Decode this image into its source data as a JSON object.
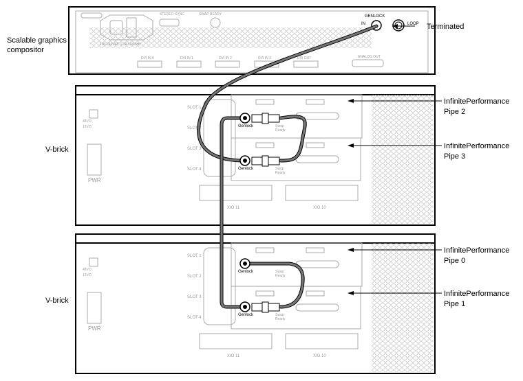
{
  "compositor": {
    "label_line1": "Scalable graphics",
    "label_line2": "compositor",
    "power_rating": "100-240VAC 1.2A 50/60Hz",
    "stereo_sync": "STEREO SYNC",
    "swap_ready": "SWAP READY",
    "genlock": "GENLOCK",
    "in": "IN",
    "loop": "LOOP",
    "dvi_ports": [
      "DVI IN 0",
      "DVI IN 1",
      "DVI IN 2",
      "DVI IN 3",
      "DVI OUT"
    ],
    "analog_out": "ANALOG OUT",
    "terminated": "Terminated"
  },
  "vbricks": [
    {
      "label": "V-brick",
      "slots": [
        "SLOT 1",
        "SLOT 2",
        "SLOT 3",
        "SLOT 4"
      ],
      "pipes": [
        {
          "line1": "InfinitePerformance",
          "line2": "Pipe 2"
        },
        {
          "line1": "InfinitePerformance",
          "line2": "Pipe 3"
        }
      ],
      "xio": [
        "XIO 11",
        "XIO 10"
      ],
      "pwr": "PWR",
      "volt1": "48VO",
      "volt2": "12VO"
    },
    {
      "label": "V-brick",
      "slots": [
        "SLOT 1",
        "SLOT 2",
        "SLOT 3",
        "SLOT 4"
      ],
      "pipes": [
        {
          "line1": "InfinitePerformance",
          "line2": "Pipe 0"
        },
        {
          "line1": "InfinitePerformance",
          "line2": "Pipe 1"
        }
      ],
      "xio": [
        "XIO 11",
        "XIO 10"
      ],
      "pwr": "PWR",
      "volt1": "48VO",
      "volt2": "12VO"
    }
  ],
  "connector_labels": {
    "genlock": "Genlock",
    "swap1": "Swap",
    "swap2": "Ready"
  }
}
